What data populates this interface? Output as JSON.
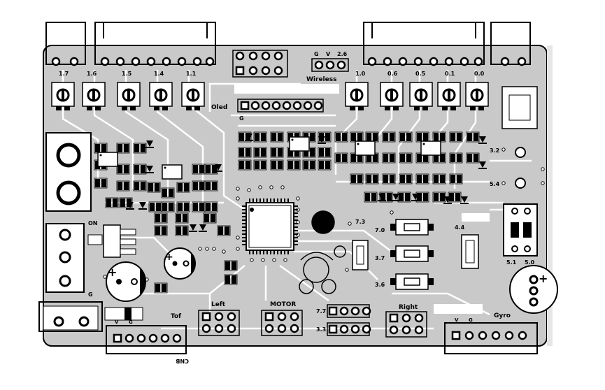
{
  "connector_labels": {
    "wireless": "Wireless",
    "wireless_g": "G",
    "wireless_v": "V",
    "wireless_26": "2.6",
    "oled": "Oled",
    "oled_g": "G",
    "on": "ON",
    "g_left": "G",
    "tof": "Tof",
    "tof_v": "V",
    "tof_g": "G",
    "cnb": "CNB",
    "left": "Left",
    "motor": "MOTOR",
    "right": "Right",
    "gyro": "Gyro",
    "gyro_v": "V",
    "gyro_g": "G"
  },
  "port_labels_left": [
    "1.7",
    "1.6",
    "1.5",
    "1.4",
    "1.1"
  ],
  "port_labels_right": [
    "1.0",
    "0.6",
    "0.5",
    "0.1",
    "0.0"
  ],
  "pin_labels": {
    "p32": "3.2",
    "p54": "5.4",
    "p73": "7.3",
    "p70": "7.0",
    "p37": "3.7",
    "p36": "3.6",
    "p44": "4.4",
    "p51": "5.1",
    "p50": "5.0",
    "p77": "7.7",
    "p33": "3.3"
  },
  "polarity": {
    "plus": "+"
  },
  "colors": {
    "board_fill": "#c9c9c9",
    "trace": "#ffffff",
    "pad": "#000000",
    "silkscreen": "#000000"
  }
}
